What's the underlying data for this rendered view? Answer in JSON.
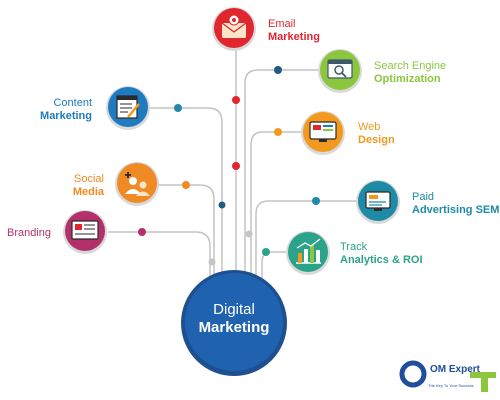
{
  "hub": {
    "line1": "Digital",
    "line2": "Marketing",
    "color": "#1f63b0"
  },
  "items": [
    {
      "id": "email",
      "line1": "Email",
      "line2": "Marketing",
      "color": "#e0262f",
      "icon": "envelope-icon"
    },
    {
      "id": "seo",
      "line1": "Search Engine",
      "line2": "Optimization",
      "color": "#8cc63f",
      "icon": "browser-search-icon"
    },
    {
      "id": "content",
      "line1": "Content",
      "line2": "Marketing",
      "color": "#1f7bbf",
      "icon": "document-edit-icon"
    },
    {
      "id": "web",
      "line1": "Web",
      "line2": "Design",
      "color": "#f39a1e",
      "icon": "monitor-design-icon"
    },
    {
      "id": "social",
      "line1": "Social",
      "line2": "Media",
      "color": "#f08a24",
      "icon": "people-plus-icon"
    },
    {
      "id": "paid",
      "line1": "Paid",
      "line2": "Advertising SEM",
      "color": "#1e8aa6",
      "icon": "ad-screen-icon"
    },
    {
      "id": "branding",
      "line1": "Branding",
      "line2": "",
      "color": "#b3306b",
      "icon": "presentation-icon"
    },
    {
      "id": "track",
      "line1": "Track",
      "line2": "Analytics & ROI",
      "color": "#2ba38a",
      "icon": "bar-chart-icon"
    }
  ],
  "logo": {
    "brand": "OM Expert",
    "tagline": "The Key To Your Success",
    "color": "#1f4e9a"
  }
}
